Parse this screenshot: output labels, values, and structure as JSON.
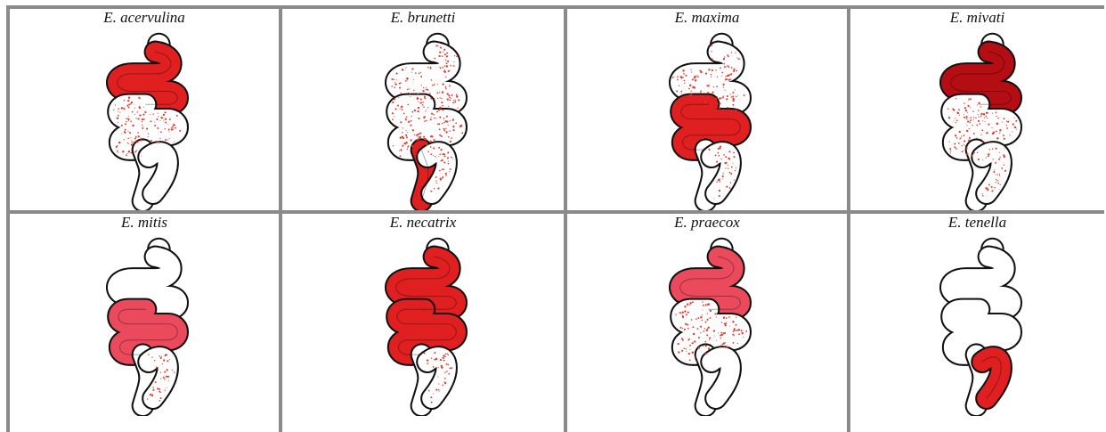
{
  "colors": {
    "border": "#8a8a8a",
    "outline": "#111111",
    "lesion_red": "#e02020",
    "lesion_dark": "#b50d14",
    "lesion_pink": "#ea4a5c",
    "speckle": "#e23a2a"
  },
  "panels": [
    {
      "label": "E. acervulina",
      "lesion_regions": [
        "upper_loop"
      ],
      "lesion_style": "solid",
      "speckled_regions": [
        "middle_loops"
      ]
    },
    {
      "label": "E. brunetti",
      "lesion_regions": [
        "lower_tube"
      ],
      "lesion_style": "solid",
      "speckled_regions": [
        "upper_loop",
        "middle_loops",
        "ceca"
      ]
    },
    {
      "label": "E. maxima",
      "lesion_regions": [
        "middle_loops"
      ],
      "lesion_style": "solid",
      "speckled_regions": [
        "upper_loop",
        "ceca"
      ]
    },
    {
      "label": "E. mivati",
      "lesion_regions": [
        "upper_loop"
      ],
      "lesion_style": "dark",
      "speckled_regions": [
        "middle_loops",
        "ceca"
      ]
    },
    {
      "label": "E. mitis",
      "lesion_regions": [
        "middle_loops"
      ],
      "lesion_style": "pink",
      "speckled_regions": [
        "ceca"
      ]
    },
    {
      "label": "E. necatrix",
      "lesion_regions": [
        "upper_loop",
        "middle_loops"
      ],
      "lesion_style": "solid",
      "speckled_regions": [
        "ceca"
      ]
    },
    {
      "label": "E. praecox",
      "lesion_regions": [
        "upper_loop"
      ],
      "lesion_style": "pink",
      "speckled_regions": [
        "middle_loops"
      ]
    },
    {
      "label": "E. tenella",
      "lesion_regions": [
        "ceca"
      ],
      "lesion_style": "solid",
      "speckled_regions": []
    }
  ]
}
